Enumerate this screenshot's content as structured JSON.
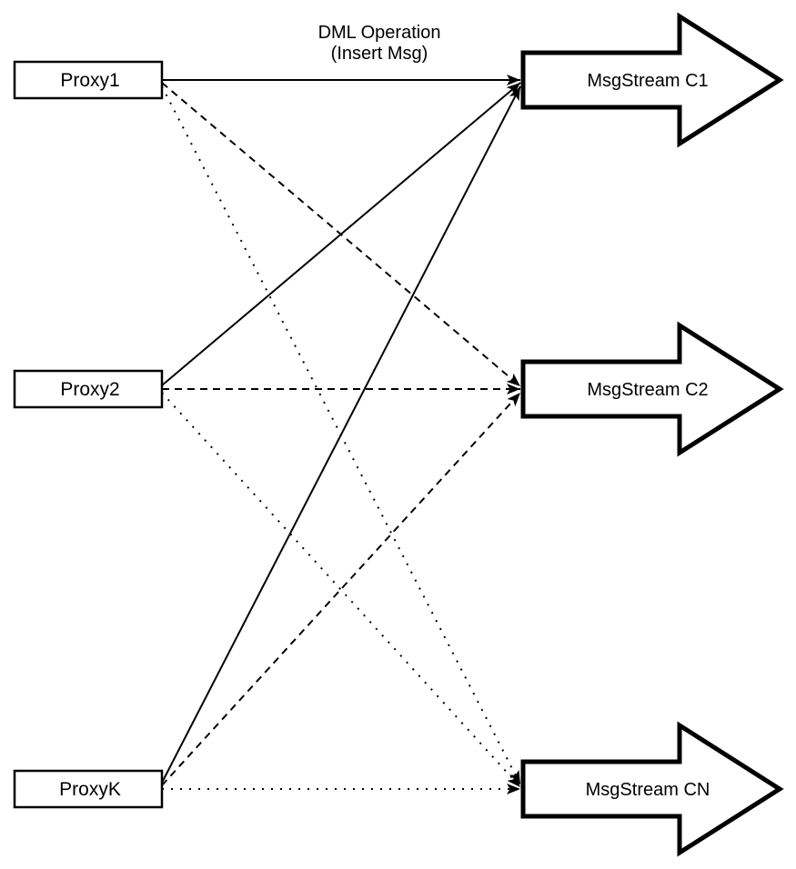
{
  "title": {
    "line1": "DML Operation",
    "line2": "(Insert Msg)"
  },
  "proxies": [
    {
      "label": "Proxy1"
    },
    {
      "label": "Proxy2"
    },
    {
      "label": "ProxyK"
    }
  ],
  "streams": [
    {
      "label": "MsgStream C1"
    },
    {
      "label": "MsgStream C2"
    },
    {
      "label": "MsgStream CN"
    }
  ],
  "edges": [
    {
      "from": "Proxy1",
      "to": "MsgStream C1",
      "style": "solid"
    },
    {
      "from": "Proxy1",
      "to": "MsgStream C2",
      "style": "dashed"
    },
    {
      "from": "Proxy1",
      "to": "MsgStream CN",
      "style": "dotted"
    },
    {
      "from": "Proxy2",
      "to": "MsgStream C1",
      "style": "solid"
    },
    {
      "from": "Proxy2",
      "to": "MsgStream C2",
      "style": "dashed"
    },
    {
      "from": "Proxy2",
      "to": "MsgStream CN",
      "style": "dotted"
    },
    {
      "from": "ProxyK",
      "to": "MsgStream C1",
      "style": "solid"
    },
    {
      "from": "ProxyK",
      "to": "MsgStream C2",
      "style": "dashed"
    },
    {
      "from": "ProxyK",
      "to": "MsgStream CN",
      "style": "dotted"
    }
  ],
  "colors": {
    "stroke": "#000000",
    "fill": "#ffffff",
    "background": "#ffffff"
  }
}
